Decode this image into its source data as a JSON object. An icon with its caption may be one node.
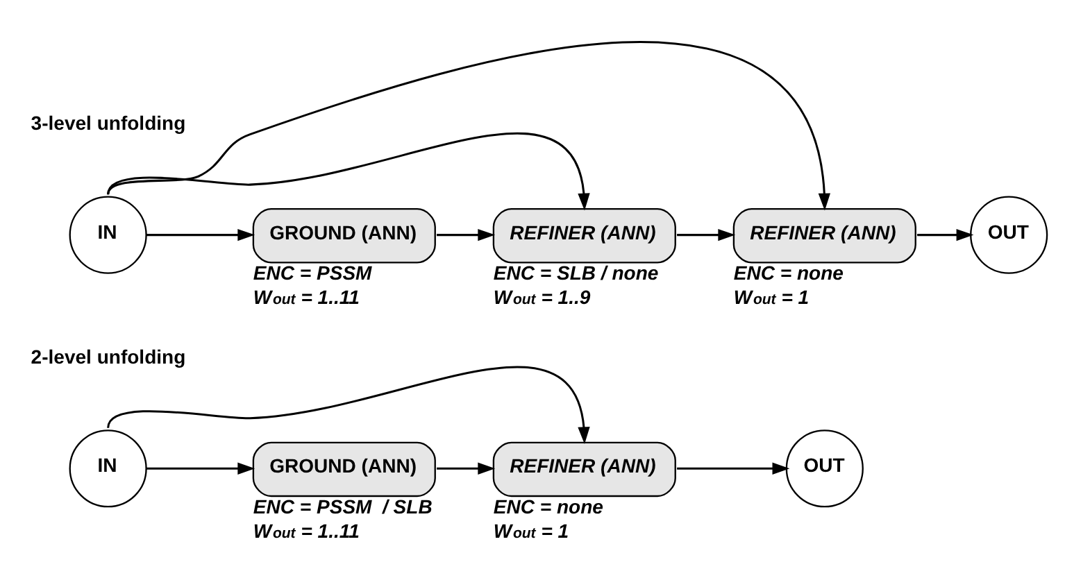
{
  "diagram": {
    "nodes": [
      {
        "text": [
          "IN"
        ]
      },
      {
        "text": [
          "GROUND (ANN)"
        ],
        "beside": [
          "ENC = PSSM  / SLB",
          "W$_{out}$ = 1..11"
        ]
      },
      {
        "text": [
          "REFINER (ANN)"
        ],
        "beside": [
          "ENC = none",
          "W$_{out}$ = 1"
        ]
      },
      {
        "text": [
          "OUT"
        ]
      },
      {
        "text": [
          "IN"
        ]
      },
      {
        "text": [
          "GROUND (ANN)"
        ],
        "beside": [
          "ENC = PSSM",
          "W$_{out}$ = 1..11"
        ]
      },
      {
        "text": [
          "REFINER (ANN)"
        ],
        "beside": [
          "ENC = SLB / none",
          "W$_{out}$ = 1..9"
        ]
      },
      {
        "text": [
          "REFINER (ANN)"
        ],
        "beside": [
          "ENC = none",
          "W$_{out}$ = 1"
        ]
      },
      {
        "text": [
          "OUT"
        ]
      }
    ],
    "edges": [
      {
        "from": 0,
        "to": 1,
        "arrow": "to"
      },
      {
        "from": 0,
        "to": 2,
        "arrow": "to"
      },
      {
        "from": 1,
        "to": 2,
        "arrow": "to"
      },
      {
        "from": 2,
        "to": 3,
        "arrow": "to"
      },
      {
        "from": 4,
        "to": 5,
        "arrow": "to"
      },
      {
        "from": 4,
        "to": 6,
        "arrow": "to"
      },
      {
        "from": 4,
        "to": 7,
        "arrow": "to"
      },
      {
        "from": 5,
        "to": 6,
        "arrow": "to"
      },
      {
        "from": 6,
        "to": 7,
        "arrow": "to"
      },
      {
        "from": 7,
        "to": 8,
        "arrow": "to"
      }
    ],
    "labels": [
      "2-level unfolding",
      "3-level unfolding"
    ]
  }
}
